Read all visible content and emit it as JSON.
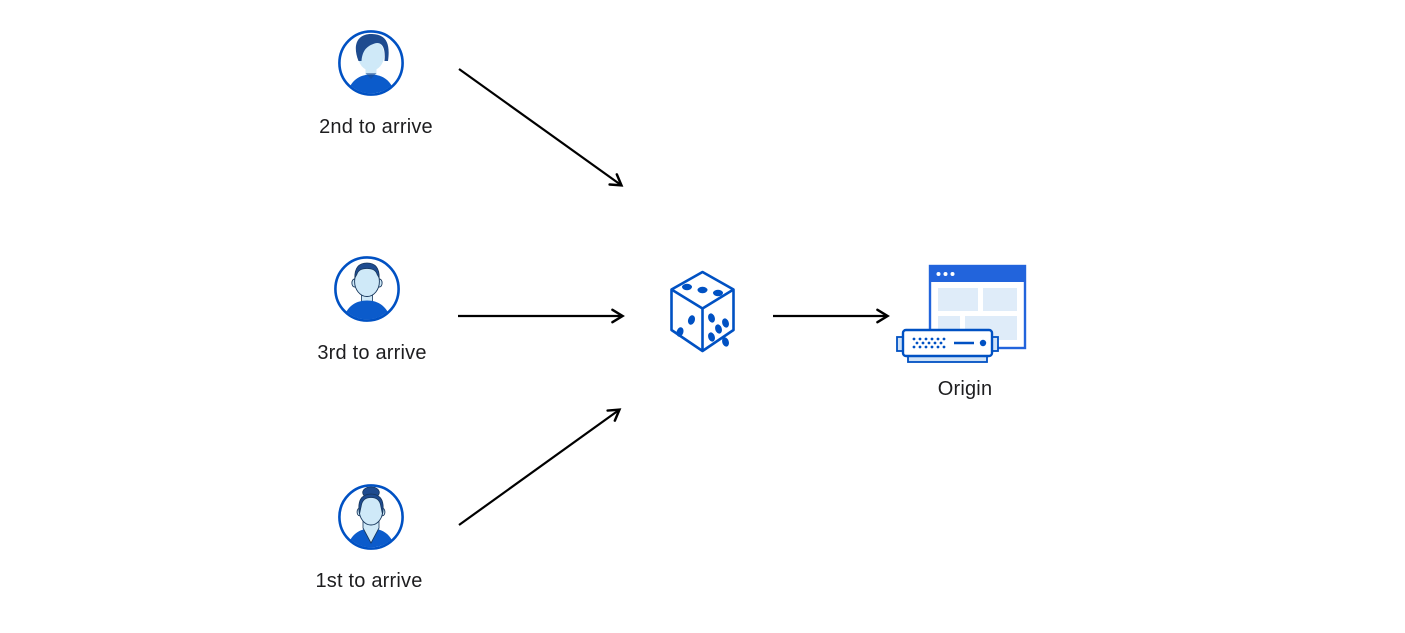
{
  "diagram": {
    "title": "random-steering-diagram",
    "colors": {
      "background": "#ffffff",
      "arrow": "#000000",
      "accent_blue": "#0051c3",
      "titlebar_blue": "#2264dc",
      "shirt_blue": "#0b5bcb",
      "hair_navy": "#1e4b8f",
      "skin_light_blue": "#cfe9f8",
      "panel_light_blue": "#dfecf9",
      "server_base_blue": "#cfe2f7",
      "text": "#1d1d1f"
    },
    "nodes": {
      "user_2nd": {
        "label": "2nd to arrive",
        "icon": "user-avatar-icon"
      },
      "user_3rd": {
        "label": "3rd to arrive",
        "icon": "user-avatar-icon"
      },
      "user_1st": {
        "label": "1st to arrive",
        "icon": "user-avatar-icon"
      },
      "random_selector": {
        "label": "",
        "icon": "dice-icon"
      },
      "origin": {
        "label": "Origin",
        "icon": "origin-server-icon"
      }
    },
    "edges": [
      {
        "from": "user_2nd",
        "to": "random_selector"
      },
      {
        "from": "user_3rd",
        "to": "random_selector"
      },
      {
        "from": "user_1st",
        "to": "random_selector"
      },
      {
        "from": "random_selector",
        "to": "origin"
      }
    ]
  }
}
